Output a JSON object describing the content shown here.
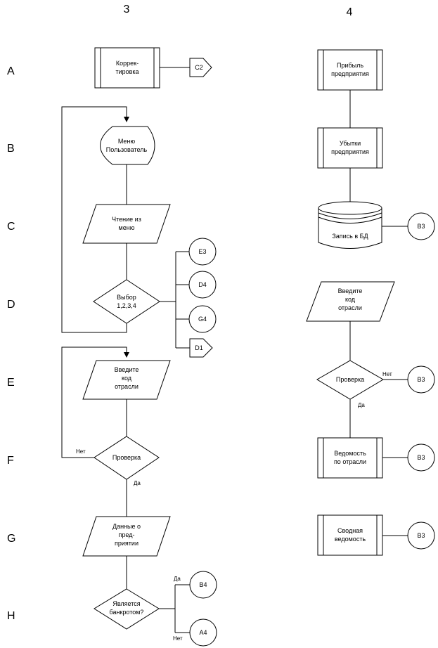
{
  "columns": [
    "3",
    "4"
  ],
  "rows": [
    "A",
    "B",
    "C",
    "D",
    "E",
    "F",
    "G",
    "H"
  ],
  "col3": {
    "korrektirovka": [
      "Коррек-",
      "тировка"
    ],
    "c2": "C2",
    "menu": [
      "Меню",
      "Пользователь"
    ],
    "read_menu": [
      "Чтение из",
      "меню"
    ],
    "choice": [
      "Выбор",
      "1,2,3,4"
    ],
    "e3": "E3",
    "d4": "D4",
    "g4": "G4",
    "d1": "D1",
    "enter_code": [
      "Введите",
      "код",
      "отрасли"
    ],
    "check": "Проверка",
    "net": "Нет",
    "da": "Да",
    "company_data": [
      "Данные о",
      "пред-",
      "приятии"
    ],
    "bankrupt": [
      "Является",
      "банкротом?"
    ],
    "da2": "Да",
    "net2": "Нет",
    "b4": "B4",
    "a4": "A4"
  },
  "col4": {
    "profit": [
      "Прибыль",
      "предприятия"
    ],
    "loss": [
      "Убытки",
      "предприятия"
    ],
    "db": "Запись в БД",
    "b3": "B3",
    "enter_code": [
      "Введите",
      "код",
      "отрасли"
    ],
    "check": "Проверка",
    "net": "Нет",
    "da": "Да",
    "report_branch": [
      "Ведомость",
      "по отрасли"
    ],
    "summary": [
      "Сводная",
      "ведомость"
    ]
  }
}
